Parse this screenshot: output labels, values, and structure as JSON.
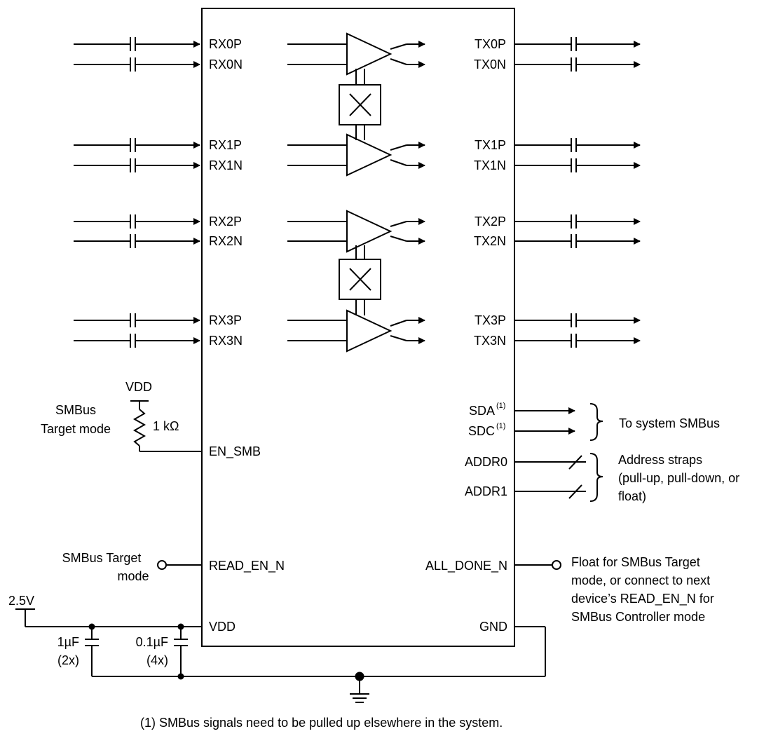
{
  "pins": {
    "rx": [
      "RX0P",
      "RX0N",
      "RX1P",
      "RX1N",
      "RX2P",
      "RX2N",
      "RX3P",
      "RX3N"
    ],
    "tx": [
      "TX0P",
      "TX0N",
      "TX1P",
      "TX1N",
      "TX2P",
      "TX2N",
      "TX3P",
      "TX3N"
    ],
    "en_smb": "EN_SMB",
    "read_en_n": "READ_EN_N",
    "vdd": "VDD",
    "sda": "SDA",
    "sdc": "SDC",
    "addr0": "ADDR0",
    "addr1": "ADDR1",
    "all_done_n": "ALL_DONE_N",
    "gnd": "GND"
  },
  "labels": {
    "vdd_top": "VDD",
    "resistor": "1 kΩ",
    "smbus_target_mode_1": [
      "SMBus",
      "Target mode"
    ],
    "smbus_target_mode_2": [
      "SMBus Target",
      "mode"
    ],
    "supply": "2.5V",
    "cap1_value": "1µF",
    "cap1_count": "(2x)",
    "cap2_value": "0.1µF",
    "cap2_count": "(4x)",
    "to_system_smbus": "To system SMBus",
    "address_straps": [
      "Address straps",
      "(pull-up, pull-down, or",
      "float)"
    ],
    "all_done_note": [
      "Float for SMBus Target",
      "mode, or connect to next",
      "device’s READ_EN_N for",
      "SMBus Controller mode"
    ],
    "footnote_ref": "(1)",
    "footnote": "(1)  SMBus signals need to be pulled up elsewhere in the system."
  }
}
